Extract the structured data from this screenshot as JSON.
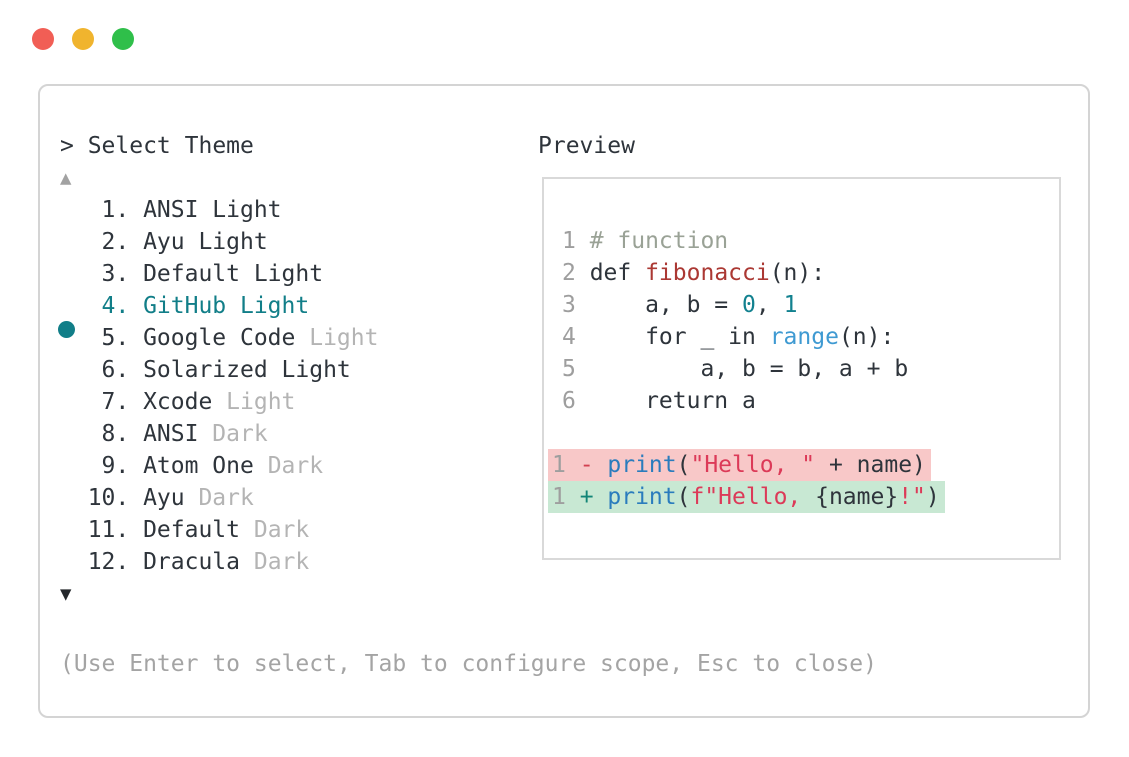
{
  "window": {
    "controls": [
      {
        "name": "close",
        "color": "#f15e55"
      },
      {
        "name": "minimize",
        "color": "#f0b42e"
      },
      {
        "name": "zoom",
        "color": "#2fbf4a"
      }
    ]
  },
  "header": {
    "prompt": "> Select Theme"
  },
  "list": {
    "up_arrow": "▲",
    "down_arrow": "▼",
    "items": [
      {
        "num": "1.",
        "name": "ANSI Light",
        "suffix": ""
      },
      {
        "num": "2.",
        "name": "Ayu Light",
        "suffix": ""
      },
      {
        "num": "3.",
        "name": "Default Light",
        "suffix": ""
      },
      {
        "num": "4.",
        "name": "GitHub Light",
        "suffix": "",
        "selected": true
      },
      {
        "num": "5.",
        "name": "Google Code",
        "suffix": " Light"
      },
      {
        "num": "6.",
        "name": "Solarized Light",
        "suffix": ""
      },
      {
        "num": "7.",
        "name": "Xcode",
        "suffix": " Light"
      },
      {
        "num": "8.",
        "name": "ANSI",
        "suffix": " Dark"
      },
      {
        "num": "9.",
        "name": "Atom One",
        "suffix": " Dark"
      },
      {
        "num": "10.",
        "name": "Ayu",
        "suffix": " Dark"
      },
      {
        "num": "11.",
        "name": "Default",
        "suffix": " Dark"
      },
      {
        "num": "12.",
        "name": "Dracula",
        "suffix": " Dark"
      }
    ]
  },
  "preview": {
    "label": "Preview",
    "code": [
      {
        "n": "1",
        "t1": "# function"
      },
      {
        "n": "2",
        "t1": "def ",
        "t2": "fibonacci",
        "t3": "(n):"
      },
      {
        "n": "3",
        "t1": "    a, b = ",
        "t2": "0",
        "t3": ", ",
        "t4": "1"
      },
      {
        "n": "4",
        "t1": "    for _ in ",
        "t2": "range",
        "t3": "(n):"
      },
      {
        "n": "5",
        "t1": "        a, b = b, a + b"
      },
      {
        "n": "6",
        "t1": "    return a"
      }
    ],
    "diff": [
      {
        "n": "1",
        "sign": "-",
        "t1": "print",
        "t2": "(",
        "t3": "\"Hello, \"",
        "t4": " + name)"
      },
      {
        "n": "1",
        "sign": "+",
        "t1": "print",
        "t2": "(",
        "t3": "f\"Hello, ",
        "t4": "{name}",
        "t5": "!\"",
        "t6": ")"
      }
    ]
  },
  "footer": {
    "help": "(Use Enter to select, Tab to configure scope, Esc to close)"
  },
  "colors": {
    "accent_teal": "#117e88",
    "diff_removed_bg": "#f8c8c8",
    "diff_added_bg": "#c8e8d3",
    "string": "#dc3a58",
    "function_name": "#ab3833",
    "number_literal": "#12818f",
    "builtin_blue": "#2a7cbd",
    "comment": "#9aa296"
  }
}
